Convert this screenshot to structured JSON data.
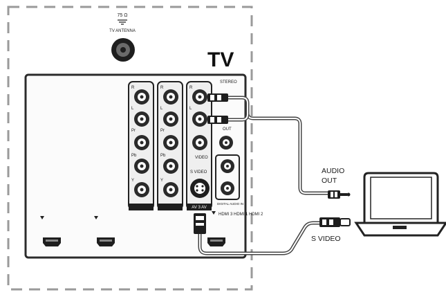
{
  "tv": {
    "title": "TV",
    "antenna_impedance": "75 Ω",
    "antenna_label": "TV ANTENNA"
  },
  "jacks": {
    "col1_labels": [
      "R",
      "L",
      "Pr",
      "Pb",
      "Y"
    ],
    "col2_labels": [
      "R",
      "L",
      "Pr",
      "Pb",
      "Y"
    ],
    "col3_labels": [
      "R",
      "L",
      "",
      "VIDEO"
    ],
    "stereo_label": "STEREO",
    "out_label": "OUT",
    "svideo_port_label": "S VIDEO",
    "av_label": "AV 3 AV",
    "digital_label": "DIGITAL AUDIO IN",
    "hdmi_strip": "HDMI 3  HDMI 1  HDMI 2"
  },
  "cables": {
    "audio_out": "AUDIO OUT",
    "audio_out_line1": "AUDIO",
    "audio_out_line2": "OUT",
    "svideo": "S VIDEO"
  },
  "colors": {
    "panel_border": "#2b2b2b",
    "dashed_outline": "#9a9a9a",
    "jack_ring": "#3a3a3a",
    "cable": "#444444"
  }
}
